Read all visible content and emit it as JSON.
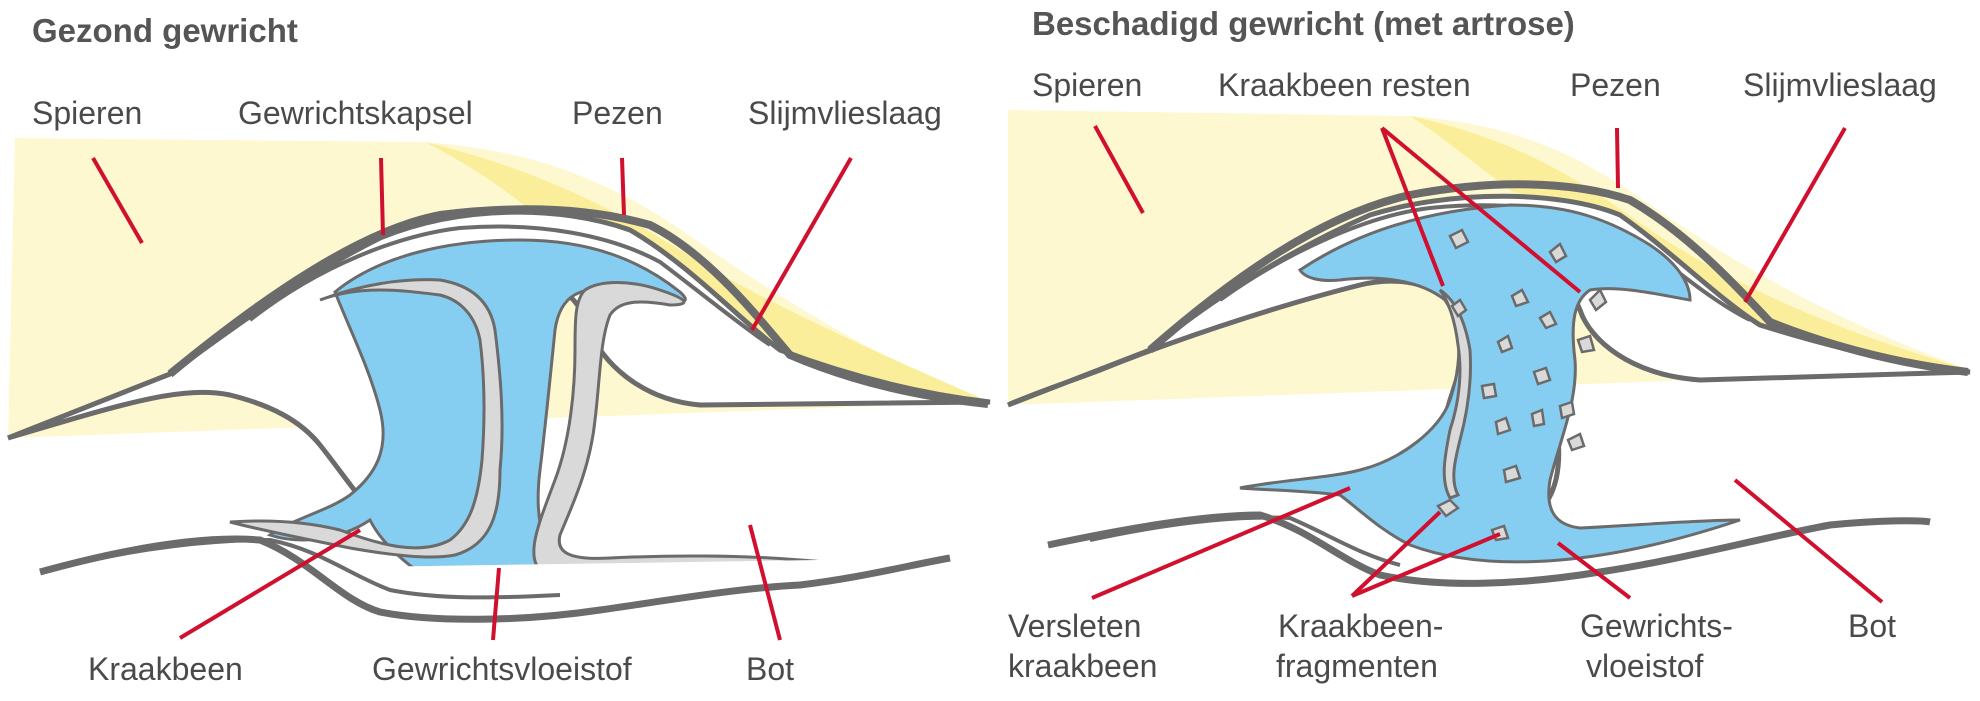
{
  "left_panel": {
    "title": "Gezond gewricht",
    "labels": {
      "spieren": "Spieren",
      "gewrichtskapsel": "Gewrichtskapsel",
      "pezen": "Pezen",
      "slijmvlieslaag": "Slijmvlieslaag",
      "kraakbeen": "Kraakbeen",
      "gewrichtsvloeistof": "Gewrichtsvloeistof",
      "bot": "Bot"
    }
  },
  "right_panel": {
    "title": "Beschadigd gewricht (met artrose)",
    "labels": {
      "spieren": "Spieren",
      "kraakbeen_resten": "Kraakbeen resten",
      "pezen": "Pezen",
      "slijmvlieslaag": "Slijmvlieslaag",
      "versleten_line1": "Versleten",
      "versleten_line2": "kraakbeen",
      "fragmenten_line1": "Kraakbeen-",
      "fragmenten_line2": "fragmenten",
      "vloeistof_line1": "Gewrichts-",
      "vloeistof_line2": "vloeistof",
      "bot": "Bot"
    }
  },
  "colors": {
    "muscle": "#fdf8cf",
    "tendon": "#fbee9a",
    "fluid": "#86cdf2",
    "cartilage": "#d9d9d9",
    "outline": "#6b6b6b",
    "leader": "#d0102e",
    "text": "#4a4a4a"
  }
}
